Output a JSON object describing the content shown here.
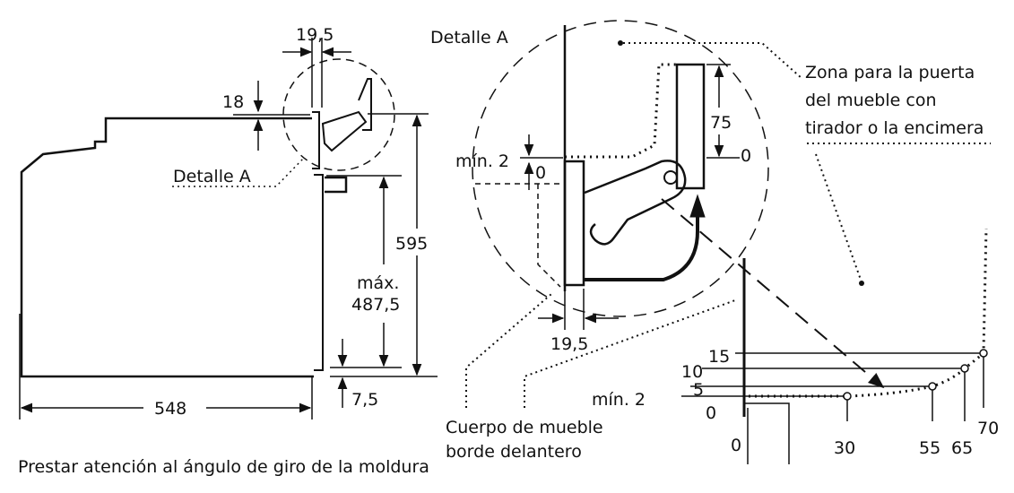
{
  "title": "",
  "labels": {
    "detalle_a_top": "Detalle A",
    "detalle_a_left": "Detalle A",
    "dim_19_5_top": "19,5",
    "dim_18": "18",
    "dim_595": "595",
    "dim_max": "máx.",
    "dim_487_5": "487,5",
    "dim_548": "548",
    "dim_7_5": "7,5",
    "min_2_detail": "mín. 2",
    "zero_detail": "0",
    "dim_75": "75",
    "zero_75": "0",
    "dim_19_5_bottom": "19,5",
    "zona_line1": "Zona para la puerta",
    "zona_line2": "del mueble con",
    "zona_line3": "tirador o la encimera",
    "cuerpo_line1": "Cuerpo de mueble",
    "cuerpo_line2": "borde delantero",
    "scale_15": "15",
    "scale_10": "10",
    "scale_5": "5",
    "scale_min_2": "mín. 2",
    "scale_0_left": "0",
    "scale_0_bottom": "0",
    "scale_30": "30",
    "scale_55": "55",
    "scale_65": "65",
    "scale_70": "70"
  },
  "caption": "Prestar atención al ángulo de giro de la moldura"
}
